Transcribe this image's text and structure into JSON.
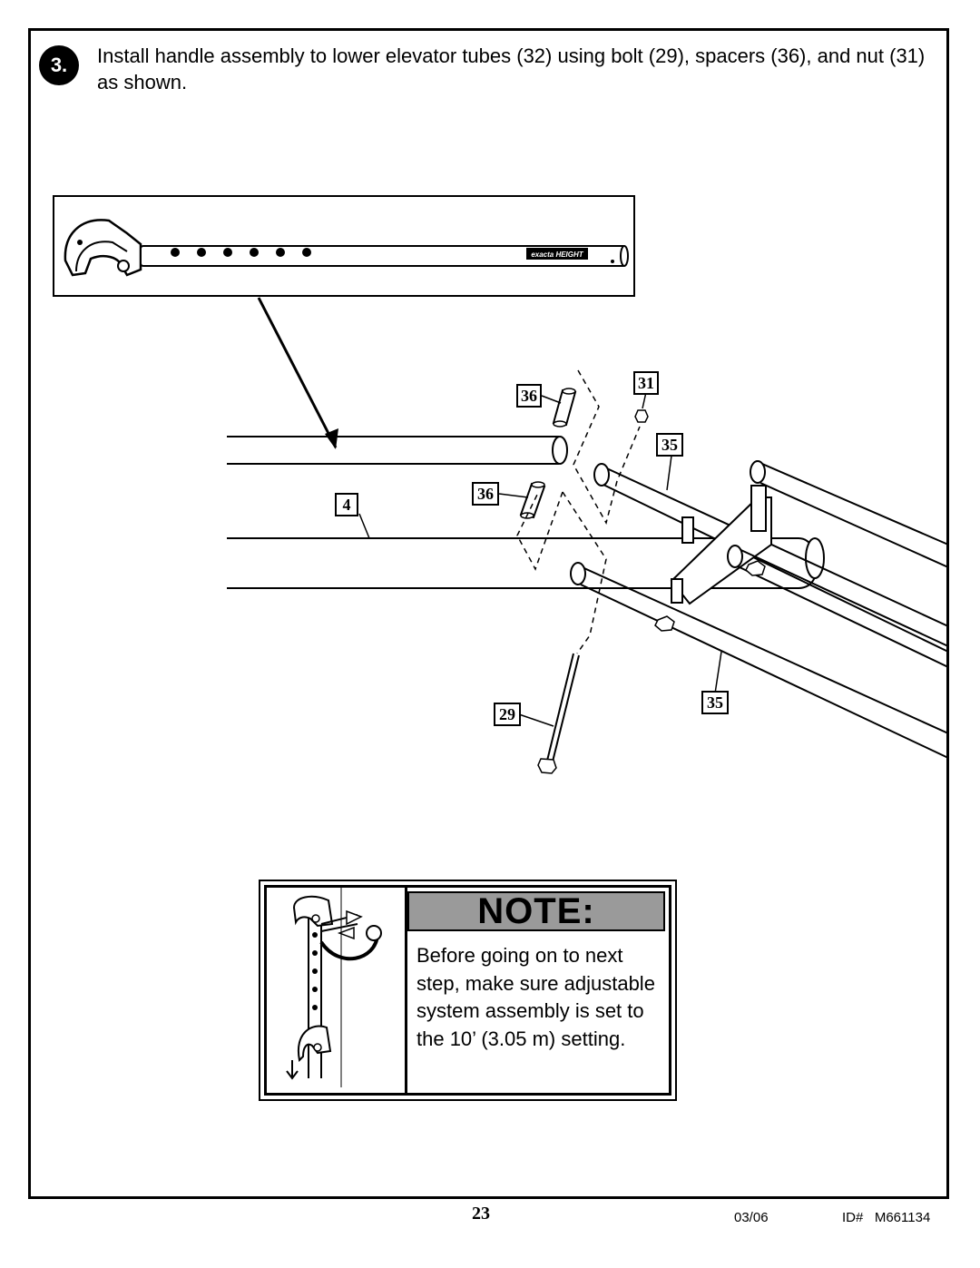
{
  "step": {
    "number": "3.",
    "instruction": "Install handle assembly to lower elevator tubes (32) using bolt (29), spacers (36), and nut (31) as shown."
  },
  "inset": {
    "logo_text": "exacta HEIGHT"
  },
  "callouts": {
    "c36_top": "36",
    "c31": "31",
    "c35_top": "35",
    "c36_mid": "36",
    "c4": "4",
    "c29": "29",
    "c35_bottom": "35"
  },
  "note": {
    "heading": "NOTE:",
    "body": "Before going on to next step, make sure adjustable system assembly is set to the 10’ (3.05 m) setting."
  },
  "footer": {
    "page_number": "23",
    "date": "03/06",
    "id": "ID#   M661134"
  }
}
